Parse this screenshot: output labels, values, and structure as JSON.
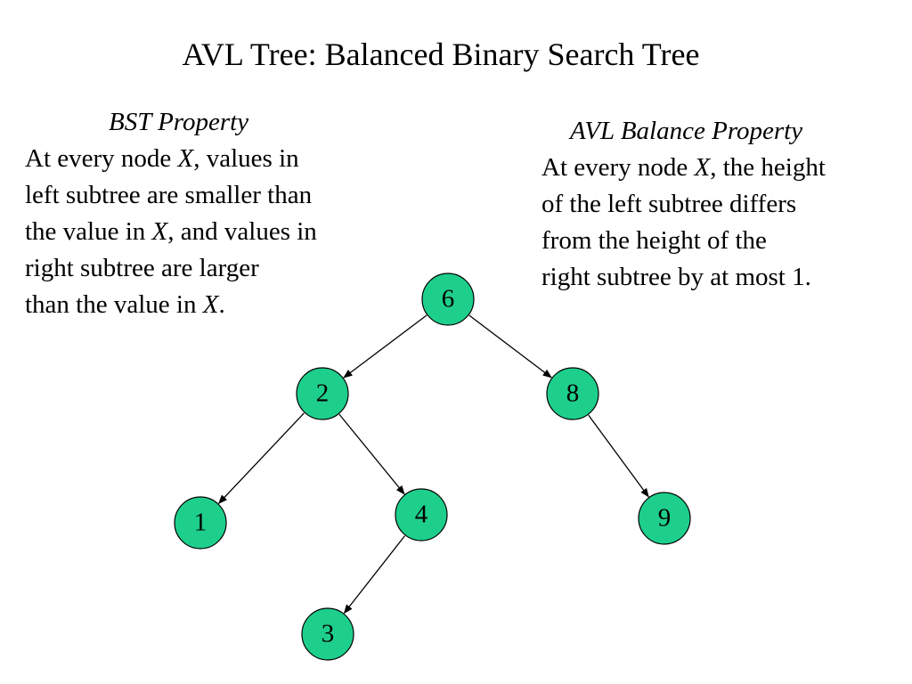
{
  "title": "AVL Tree: Balanced Binary Search Tree",
  "bst": {
    "heading": "BST Property",
    "lines": [
      [
        "At every node ",
        {
          "i": "X"
        },
        ", values in"
      ],
      [
        "left subtree are smaller than"
      ],
      [
        "the value in ",
        {
          "i": "X"
        },
        ", and values in"
      ],
      [
        "right subtree are larger"
      ],
      [
        "than the value in ",
        {
          "i": "X"
        },
        "."
      ]
    ]
  },
  "avl": {
    "heading": "AVL Balance Property",
    "lines": [
      [
        "At every node ",
        {
          "i": "X"
        },
        ", the height"
      ],
      [
        "of the left subtree differs"
      ],
      [
        "from the height of the"
      ],
      [
        "right subtree by at most 1."
      ]
    ]
  },
  "tree": {
    "node_color": "#1ecf8c",
    "nodes": [
      {
        "id": "6",
        "label": "6"
      },
      {
        "id": "2",
        "label": "2"
      },
      {
        "id": "8",
        "label": "8"
      },
      {
        "id": "1",
        "label": "1"
      },
      {
        "id": "4",
        "label": "4"
      },
      {
        "id": "9",
        "label": "9"
      },
      {
        "id": "3",
        "label": "3"
      }
    ],
    "edges": [
      {
        "from": "6",
        "to": "2"
      },
      {
        "from": "6",
        "to": "8"
      },
      {
        "from": "2",
        "to": "1"
      },
      {
        "from": "2",
        "to": "4"
      },
      {
        "from": "8",
        "to": "9"
      },
      {
        "from": "4",
        "to": "3"
      }
    ]
  }
}
